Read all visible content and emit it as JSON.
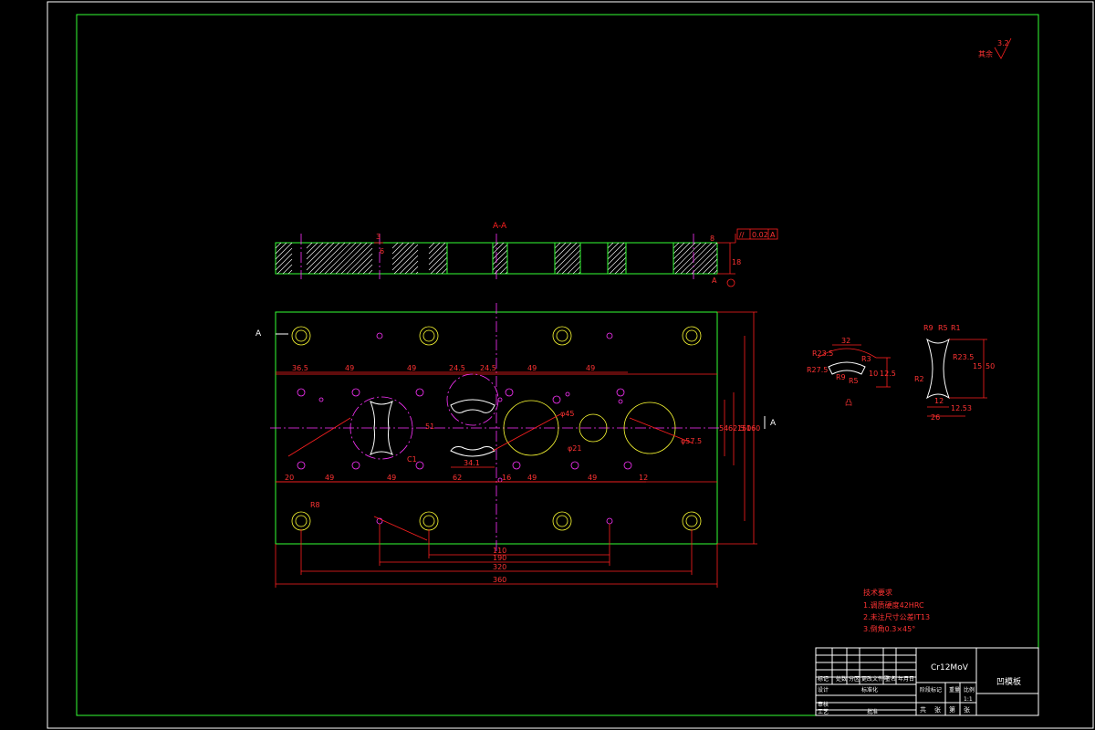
{
  "section_label": "A-A",
  "section_marker": "A",
  "surface_finish": {
    "note": "其余",
    "value": "3.2"
  },
  "geom_tol": {
    "symbol": "//",
    "value": "0.02",
    "datum": "A"
  },
  "datum_note": "A",
  "dims": {
    "top": [
      "36.5",
      "49",
      "49",
      "24.5",
      "24.5",
      "49",
      "49"
    ],
    "bottom_row": [
      "20",
      "49",
      "49",
      "62",
      "16",
      "49",
      "49",
      "12"
    ],
    "chains": [
      "110",
      "190",
      "320",
      "360"
    ],
    "right": [
      "54",
      "62.5",
      "150",
      "160"
    ],
    "misc": [
      "34.1",
      "C1",
      "51",
      "φ45",
      "φ57.5",
      "φ21",
      "R8"
    ]
  },
  "section_dims": {
    "left": [
      "3",
      "6"
    ],
    "right": [
      "8",
      "18"
    ]
  },
  "detail1": {
    "dims": [
      "32",
      "R23.5",
      "R27.5",
      "R9",
      "R5",
      "10",
      "12.5",
      "R3"
    ],
    "label": "凸"
  },
  "detail2": {
    "dims": [
      "R9",
      "R5",
      "R1",
      "R23.5",
      "15",
      "50",
      "R2",
      "12",
      "26",
      "12.53"
    ]
  },
  "tech_req": {
    "title": "技术要求",
    "items": [
      "1.调质硬度42HRC",
      "2.未注尺寸公差IT13",
      "3.倒角0.3×45°"
    ]
  },
  "title_block": {
    "material": "Cr12MoV",
    "part_name": "凹模板",
    "row_labels": [
      "标记",
      "处数",
      "分区",
      "更改文件号",
      "签名",
      "年月日"
    ],
    "design": "设计",
    "standard": "标准化",
    "review": "审核",
    "process": "工艺",
    "approve": "批准",
    "stage": "阶段标记",
    "weight": "重量",
    "scale": "比例",
    "scale_value": "1:1",
    "sheet": [
      "共",
      "张",
      "第",
      "张"
    ]
  }
}
